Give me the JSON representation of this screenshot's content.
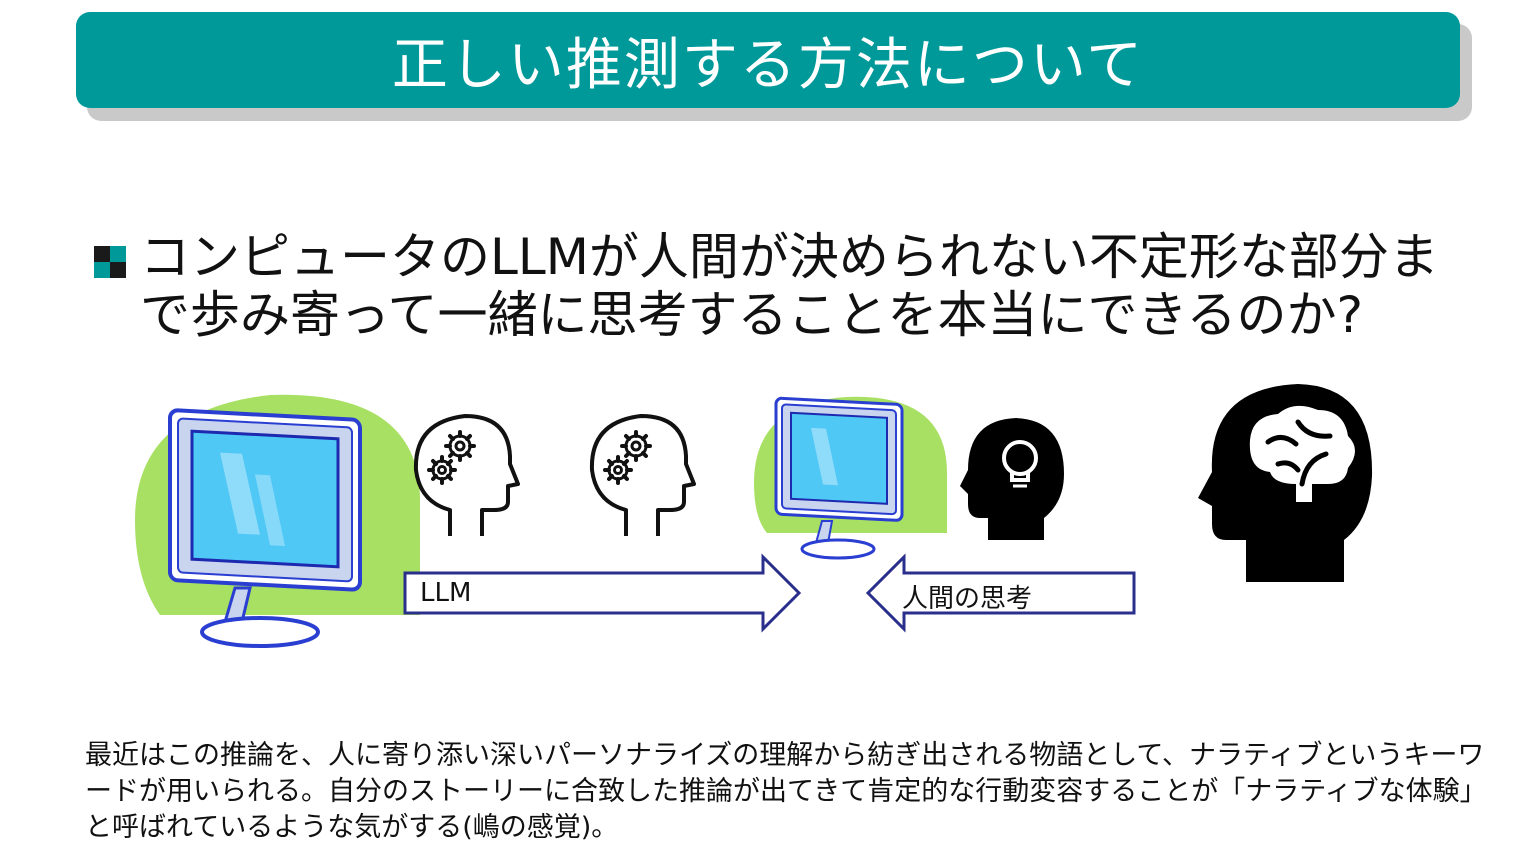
{
  "slide": {
    "title": "正しい推測する方法について",
    "question": "コンピュータのLLMが人間が決められない不定形な部分まで歩み寄って一緒に思考することを本当にできるのか?",
    "arrow_left_label": "LLM",
    "arrow_right_label": "人間の思考",
    "footnote": "最近はこの推論を、人に寄り添い深いパーソナライズの理解から紡ぎ出される物語として、ナラティブというキーワードが用いられる。自分のストーリーに合致した推論が出てきて肯定的な行動変容することが「ナラティブな体験」と呼ばれているような気がする(嶋の感覚)。"
  },
  "colors": {
    "title_bar": "#00999a",
    "green_blob": "#a8e063",
    "screen": "#4fc8f5",
    "arrow_border": "#2b2f8c"
  },
  "icons": [
    "square-bullet-icon",
    "computer-icon",
    "head-gears-icon",
    "head-lightbulb-icon",
    "head-brain-icon"
  ]
}
